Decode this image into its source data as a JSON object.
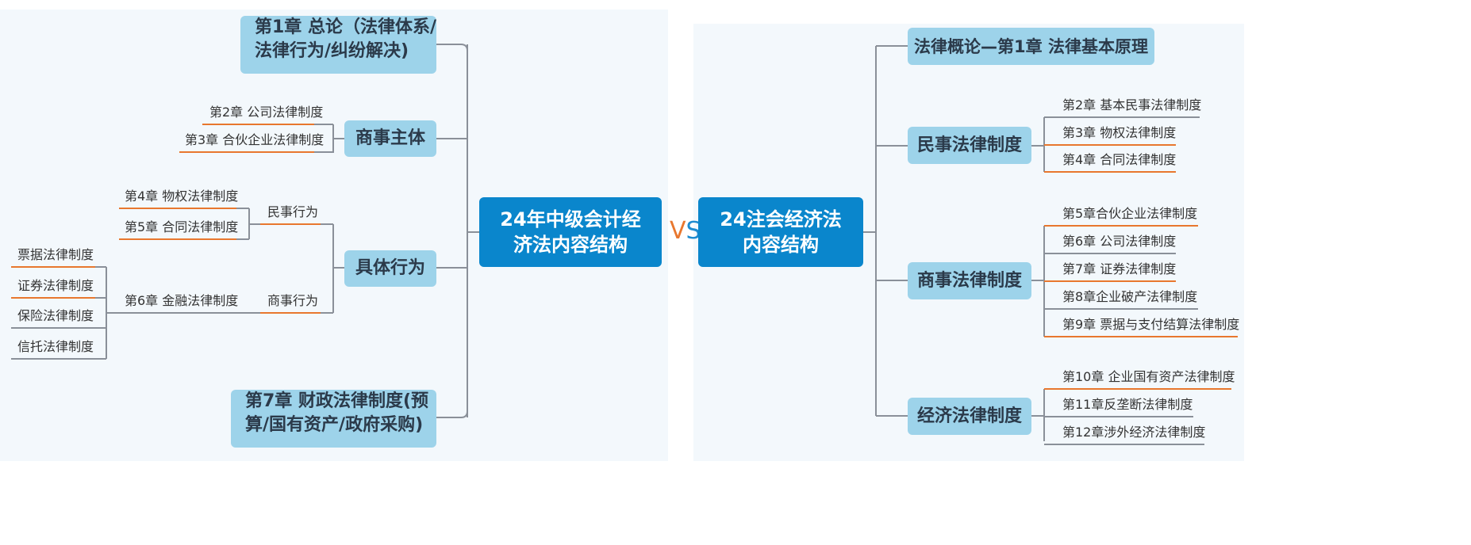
{
  "left": {
    "root": "24年中级会计经济法内容结构",
    "root_lines": [
      "24年中级会计经",
      "济法内容结构"
    ],
    "chapter1": [
      "第1章 总论（法律体系/",
      "法律行为/纠纷解决)"
    ],
    "commercial_subject": {
      "label": "商事主体",
      "items": [
        "第2章 公司法律制度",
        "第3章 合伙企业法律制度"
      ]
    },
    "specific_acts": {
      "label": "具体行为",
      "civil": {
        "label": "民事行为",
        "items": [
          "第4章 物权法律制度",
          "第5章 合同法律制度"
        ]
      },
      "commercial": {
        "label": "商事行为",
        "chapter": "第6章 金融法律制度",
        "items": [
          "票据法律制度",
          "证券法律制度",
          "保险法律制度",
          "信托法律制度"
        ]
      }
    },
    "chapter7": [
      "第7章 财政法律制度(预",
      "算/国有资产/政府采购)"
    ]
  },
  "vs": {
    "v": "V",
    "s": "S"
  },
  "right": {
    "root_lines": [
      "24注会经济法",
      "内容结构"
    ],
    "intro": "法律概论—第1章 法律基本原理",
    "civil": {
      "label": "民事法律制度",
      "items": [
        "第2章 基本民事法律制度",
        "第3章 物权法律制度",
        "第4章 合同法律制度"
      ]
    },
    "commercial": {
      "label": "商事法律制度",
      "items": [
        "第5章合伙企业法律制度",
        "第6章 公司法律制度",
        "第7章 证券法律制度",
        "第8章企业破产法律制度",
        "第9章 票据与支付结算法律制度"
      ]
    },
    "economic": {
      "label": "经济法律制度",
      "items": [
        "第10章 企业国有资产法律制度",
        "第11章反垄断法律制度",
        "第12章涉外经济法律制度"
      ]
    }
  },
  "colors": {
    "root": "#0a86cc",
    "main": "#9dd3ea",
    "line": "#8a9099",
    "underline_orange": "#e8772e",
    "underline_gray": "#8a9099"
  }
}
